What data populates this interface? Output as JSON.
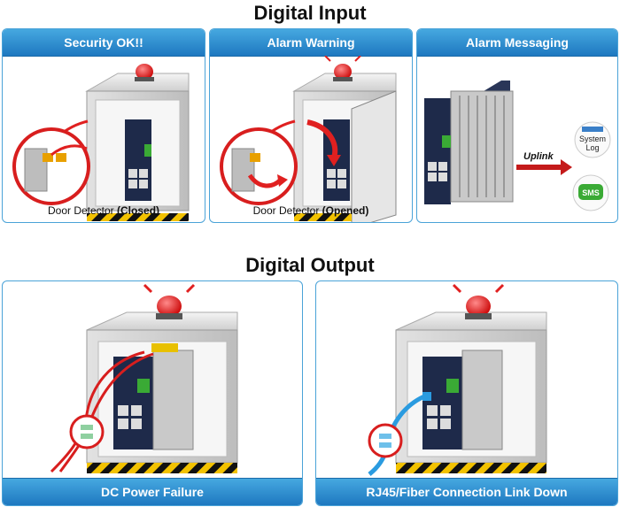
{
  "headings": {
    "digital_input": "Digital Input",
    "digital_output": "Digital Output"
  },
  "input_panels": [
    {
      "title": "Security OK!!",
      "caption_text": "Door Detector ",
      "caption_state": "(Closed)"
    },
    {
      "title": "Alarm Warning",
      "caption_text": "Door Detector ",
      "caption_state": "(Opened)"
    },
    {
      "title": "Alarm Messaging",
      "uplink_label": "Uplink",
      "system_log_line1": "System",
      "system_log_line2": "Log",
      "sms_label": "SMS"
    }
  ],
  "output_panels": [
    {
      "title": "DC Power Failure"
    },
    {
      "title": "RJ45/Fiber Connection Link Down"
    }
  ],
  "colors": {
    "header_blue": "#2b8fd6",
    "panel_border": "#4aa3d8",
    "alarm_red": "#e02020",
    "device_navy": "#1e2a4a",
    "hazard_yellow": "#f2c200",
    "sms_green": "#3aaa35",
    "cable_blue": "#2a9be0"
  },
  "icons": [
    "alarm-light-icon",
    "door-detector-icon",
    "system-log-icon",
    "sms-icon",
    "uplink-arrow-icon",
    "ethernet-plug-icon"
  ]
}
